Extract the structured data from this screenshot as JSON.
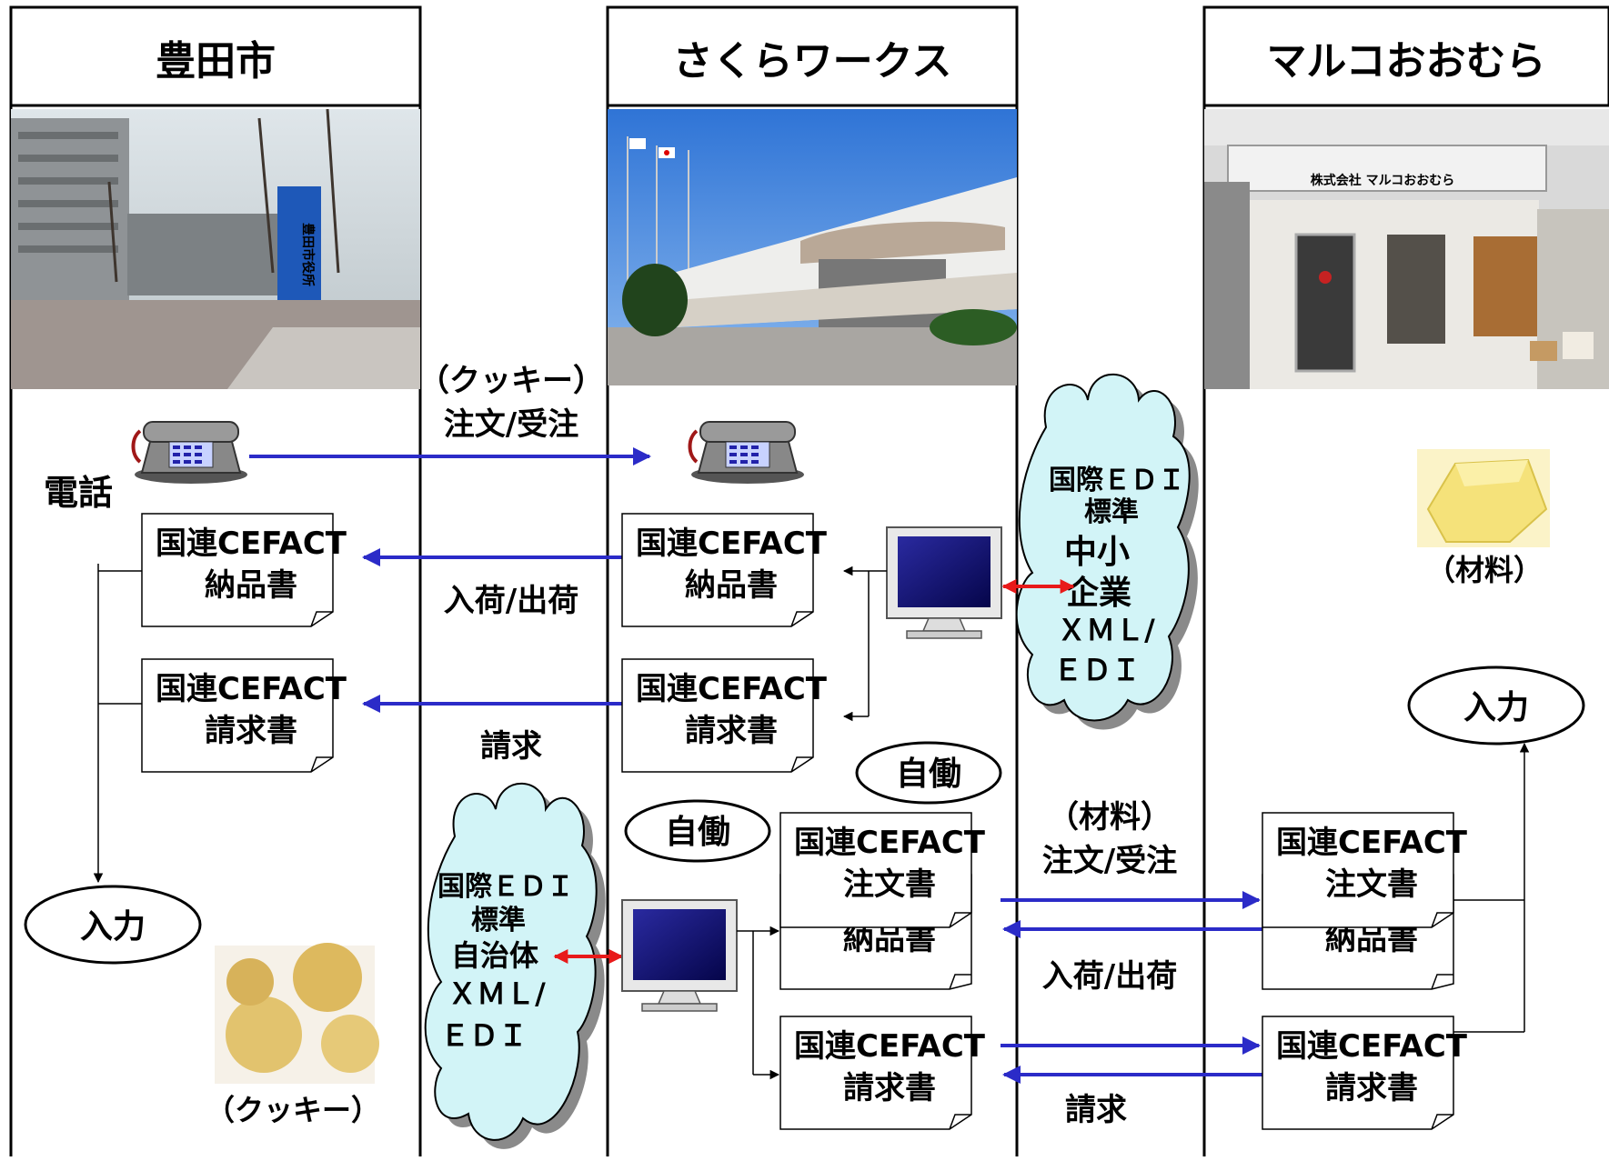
{
  "columns": {
    "toyota": "豊田市",
    "sakura": "さくらワークス",
    "maruko": "マルコおおむら"
  },
  "photos": {
    "toyota": "豊田市役所",
    "maruko_sign": "株式会社 マルコおおむら"
  },
  "labels": {
    "phone": "電話",
    "cookie_order_1": "（クッキー）",
    "cookie_order_2": "注文/受注",
    "inbound_shipping_1": "入荷/出荷",
    "billing_1": "請求",
    "material_order_1": "（材料）",
    "material_order_2": "注文/受注",
    "inbound_shipping_2": "入荷/出荷",
    "billing_2": "請求",
    "material_caption": "（材料）",
    "cookie_caption": "（クッキー）"
  },
  "documents": {
    "prefix": "国連CEFACT",
    "delivery": "納品書",
    "invoice": "請求書",
    "order": "注文書"
  },
  "ovals": {
    "input": "入力",
    "auto": "自働"
  },
  "clouds": {
    "sme_lines": [
      "国際ＥＤＩ",
      "標準",
      "中小",
      "企業",
      "ＸＭＬ/",
      "ＥＤＩ"
    ],
    "gov_lines": [
      "国際ＥＤＩ",
      "標準",
      "自治体",
      "ＸＭＬ/",
      "ＥＤＩ"
    ]
  },
  "colors": {
    "flow_arrow": "#2b2bc8",
    "exchange_arrow": "#e81a1a",
    "cloud_fill": "#d2f4f7",
    "monitor_screen": "#0a0a6e"
  }
}
